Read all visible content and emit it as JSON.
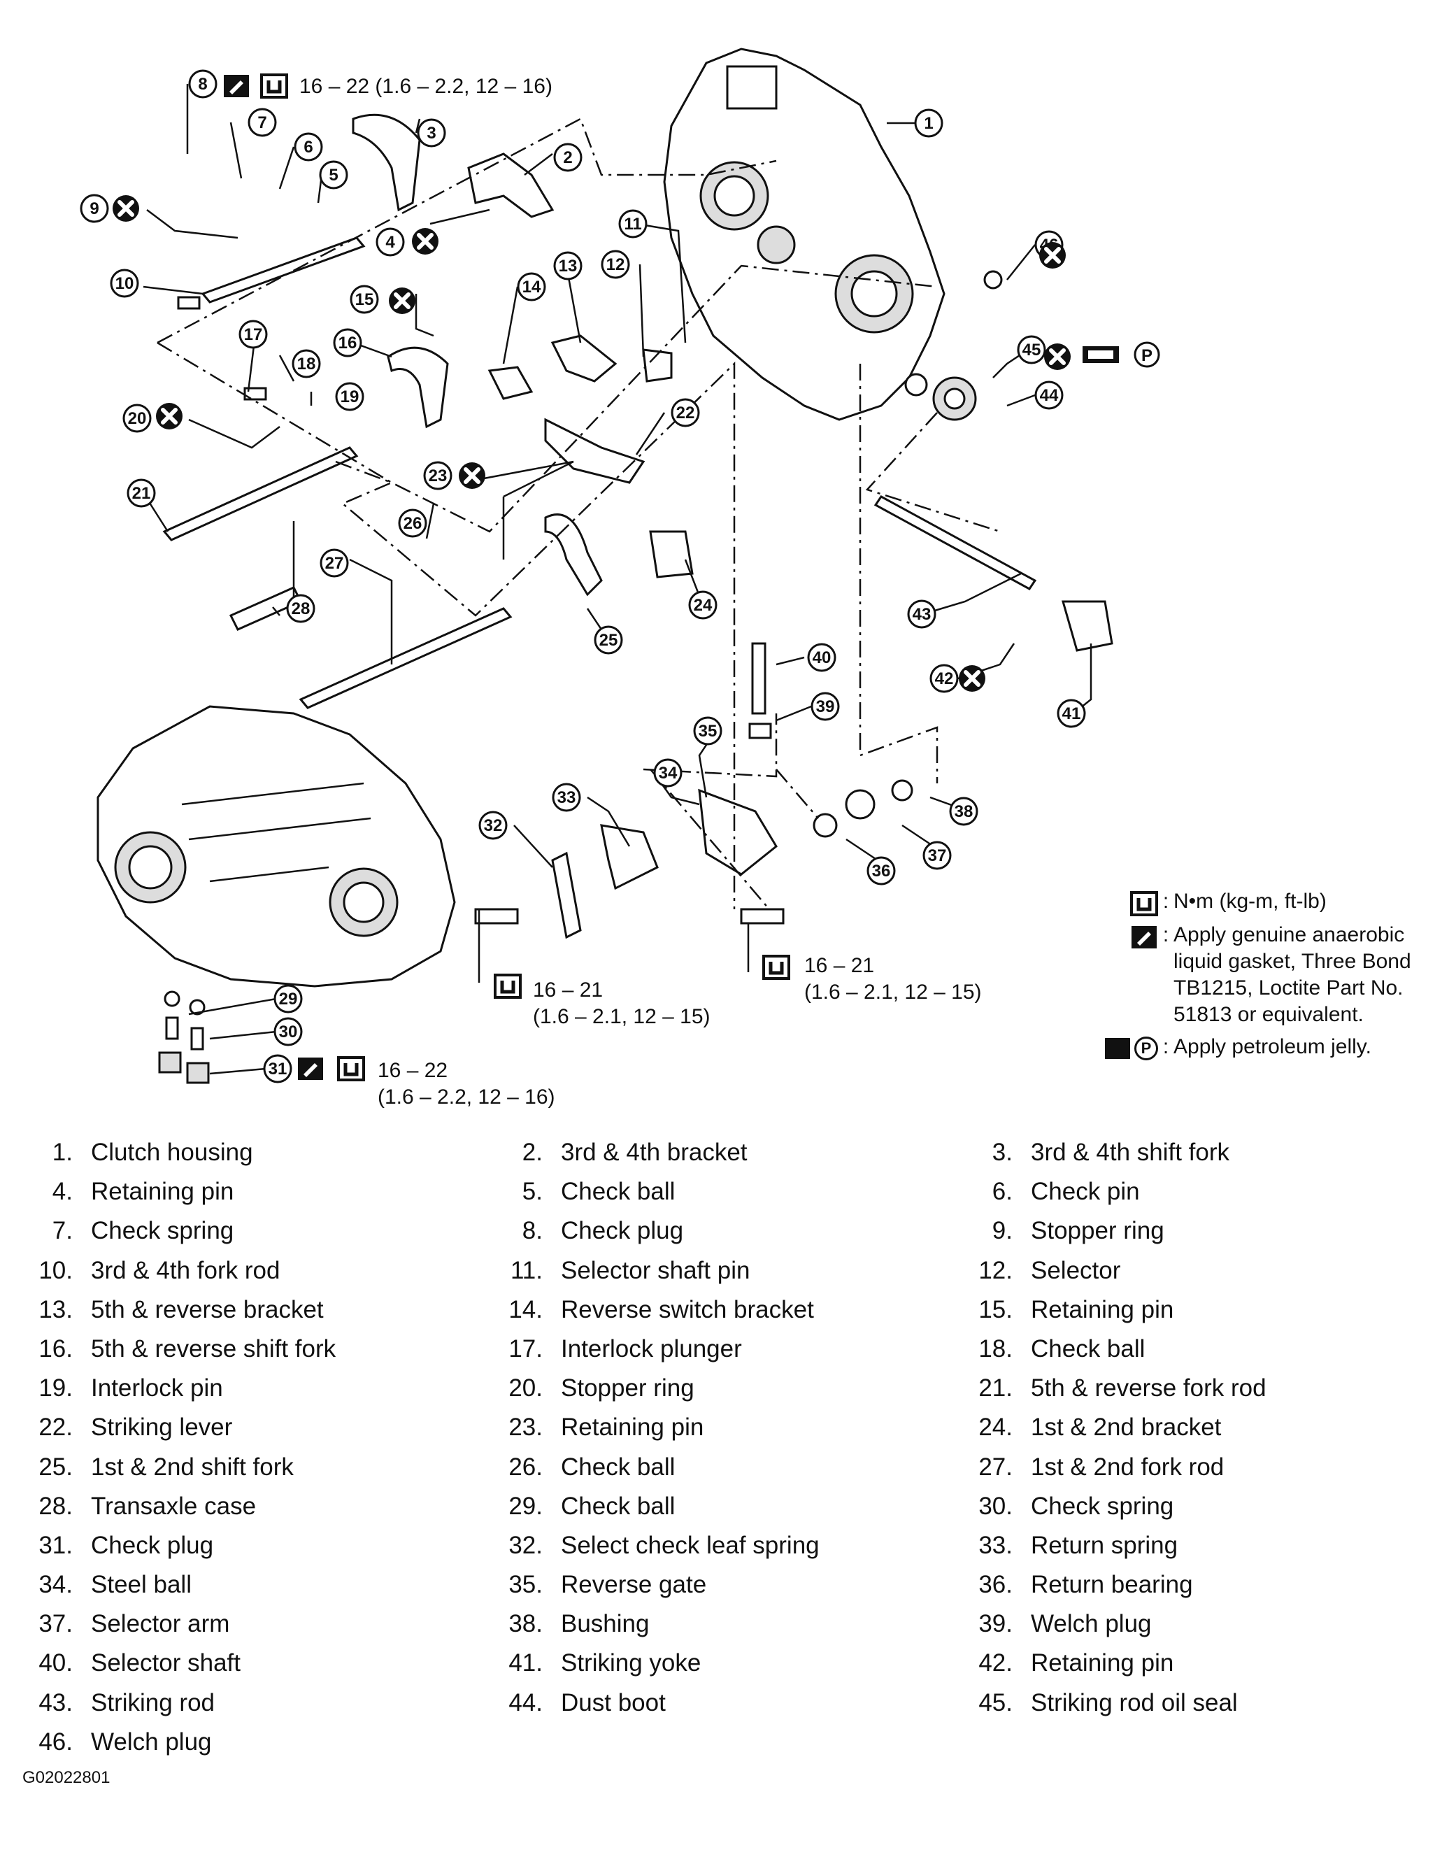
{
  "torque_specs": {
    "check_plug_top": "16 – 22 (1.6 – 2.2, 12 – 16)",
    "bolt_left_line1": "16 – 21",
    "bolt_left_line2": "(1.6 – 2.1, 12 – 15)",
    "bolt_right_line1": "16 – 21",
    "bolt_right_line2": "(1.6 – 2.1, 12 – 15)",
    "check_plug_bottom_line1": "16 – 22",
    "check_plug_bottom_line2": "(1.6 – 2.2, 12 – 16)"
  },
  "callouts": [
    "1",
    "2",
    "3",
    "4",
    "5",
    "6",
    "7",
    "8",
    "9",
    "10",
    "11",
    "12",
    "13",
    "14",
    "15",
    "16",
    "17",
    "18",
    "19",
    "20",
    "21",
    "22",
    "23",
    "24",
    "25",
    "26",
    "27",
    "28",
    "29",
    "30",
    "31",
    "32",
    "33",
    "34",
    "35",
    "36",
    "37",
    "38",
    "39",
    "40",
    "41",
    "42",
    "43",
    "44",
    "45",
    "46"
  ],
  "symbols": {
    "torque": "torque-wrench-icon",
    "sealant": "sealant-icon",
    "replace": "do-not-reuse-icon",
    "jelly": "petroleum-jelly-icon"
  },
  "legend": [
    {
      "symbol": "torque-wrench-icon",
      "text": "N•m (kg-m, ft-lb)"
    },
    {
      "symbol": "sealant-icon",
      "text": "Apply genuine anaerobic\nliquid gasket, Three Bond\nTB1215, Loctite Part No.\n51813 or equivalent."
    },
    {
      "symbol": "petroleum-jelly-icon",
      "text": "Apply petroleum jelly.",
      "glyph": "P"
    }
  ],
  "parts": [
    {
      "num": "1.",
      "name": "Clutch housing"
    },
    {
      "num": "2.",
      "name": "3rd & 4th bracket"
    },
    {
      "num": "3.",
      "name": "3rd & 4th shift fork"
    },
    {
      "num": "4.",
      "name": "Retaining pin"
    },
    {
      "num": "5.",
      "name": "Check ball"
    },
    {
      "num": "6.",
      "name": "Check pin"
    },
    {
      "num": "7.",
      "name": "Check spring"
    },
    {
      "num": "8.",
      "name": "Check plug"
    },
    {
      "num": "9.",
      "name": "Stopper ring"
    },
    {
      "num": "10.",
      "name": "3rd & 4th fork rod"
    },
    {
      "num": "11.",
      "name": "Selector shaft pin"
    },
    {
      "num": "12.",
      "name": "Selector"
    },
    {
      "num": "13.",
      "name": "5th & reverse bracket"
    },
    {
      "num": "14.",
      "name": "Reverse switch bracket"
    },
    {
      "num": "15.",
      "name": "Retaining pin"
    },
    {
      "num": "16.",
      "name": "5th & reverse shift fork"
    },
    {
      "num": "17.",
      "name": "Interlock plunger"
    },
    {
      "num": "18.",
      "name": "Check ball"
    },
    {
      "num": "19.",
      "name": "Interlock pin"
    },
    {
      "num": "20.",
      "name": "Stopper ring"
    },
    {
      "num": "21.",
      "name": "5th & reverse fork rod"
    },
    {
      "num": "22.",
      "name": "Striking lever"
    },
    {
      "num": "23.",
      "name": "Retaining pin"
    },
    {
      "num": "24.",
      "name": "1st & 2nd bracket"
    },
    {
      "num": "25.",
      "name": "1st & 2nd shift fork"
    },
    {
      "num": "26.",
      "name": "Check ball"
    },
    {
      "num": "27.",
      "name": "1st & 2nd fork rod"
    },
    {
      "num": "28.",
      "name": "Transaxle case"
    },
    {
      "num": "29.",
      "name": "Check ball"
    },
    {
      "num": "30.",
      "name": "Check spring"
    },
    {
      "num": "31.",
      "name": "Check plug"
    },
    {
      "num": "32.",
      "name": "Select check leaf spring"
    },
    {
      "num": "33.",
      "name": "Return spring"
    },
    {
      "num": "34.",
      "name": "Steel ball"
    },
    {
      "num": "35.",
      "name": "Reverse gate"
    },
    {
      "num": "36.",
      "name": "Return bearing"
    },
    {
      "num": "37.",
      "name": "Selector arm"
    },
    {
      "num": "38.",
      "name": "Bushing"
    },
    {
      "num": "39.",
      "name": "Welch plug"
    },
    {
      "num": "40.",
      "name": "Selector shaft"
    },
    {
      "num": "41.",
      "name": "Striking yoke"
    },
    {
      "num": "42.",
      "name": "Retaining pin"
    },
    {
      "num": "43.",
      "name": "Striking rod"
    },
    {
      "num": "44.",
      "name": "Dust boot"
    },
    {
      "num": "45.",
      "name": "Striking rod oil seal"
    },
    {
      "num": "46.",
      "name": "Welch plug"
    }
  ],
  "figure_code": "G02022801"
}
